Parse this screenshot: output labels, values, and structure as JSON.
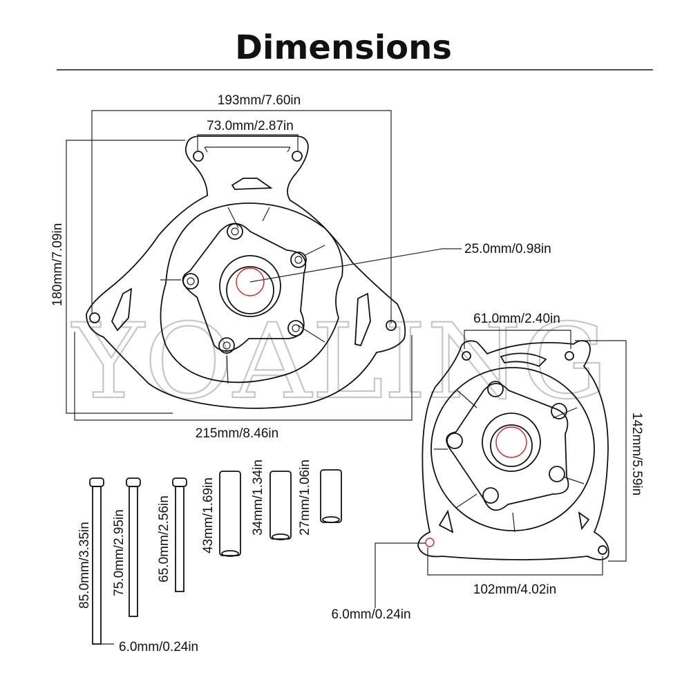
{
  "title": "Dimensions",
  "watermark": "YOALING",
  "colors": {
    "line": "#111111",
    "hole_highlight": "#d2232a",
    "watermark": "#9a9a9a"
  },
  "left_cover": {
    "overall_width_top": "193mm/7.60in",
    "mount_hole_spacing_top": "73.0mm/2.87in",
    "height": "180mm/7.09in",
    "overall_width_bottom": "215mm/8.46in",
    "center_hole_diameter": "25.0mm/0.98in"
  },
  "right_cover": {
    "top_hole_spacing": "61.0mm/2.40in",
    "height": "142mm/5.59in",
    "bottom_hole_spacing": "102mm/4.02in",
    "mount_hole_diameter": "6.0mm/0.24in"
  },
  "spacers": {
    "bolts": [
      {
        "label": "85.0mm/3.35in",
        "length_mm": 85.0
      },
      {
        "label": "75.0mm/2.95in",
        "length_mm": 75.0
      },
      {
        "label": "65.0mm/2.56in",
        "length_mm": 65.0
      }
    ],
    "sleeves": [
      {
        "label": "43mm/1.69in",
        "length_mm": 43
      },
      {
        "label": "34mm/1.34in",
        "length_mm": 34
      },
      {
        "label": "27mm/1.06in",
        "length_mm": 27
      }
    ],
    "bolt_diameter": "6.0mm/0.24in"
  }
}
